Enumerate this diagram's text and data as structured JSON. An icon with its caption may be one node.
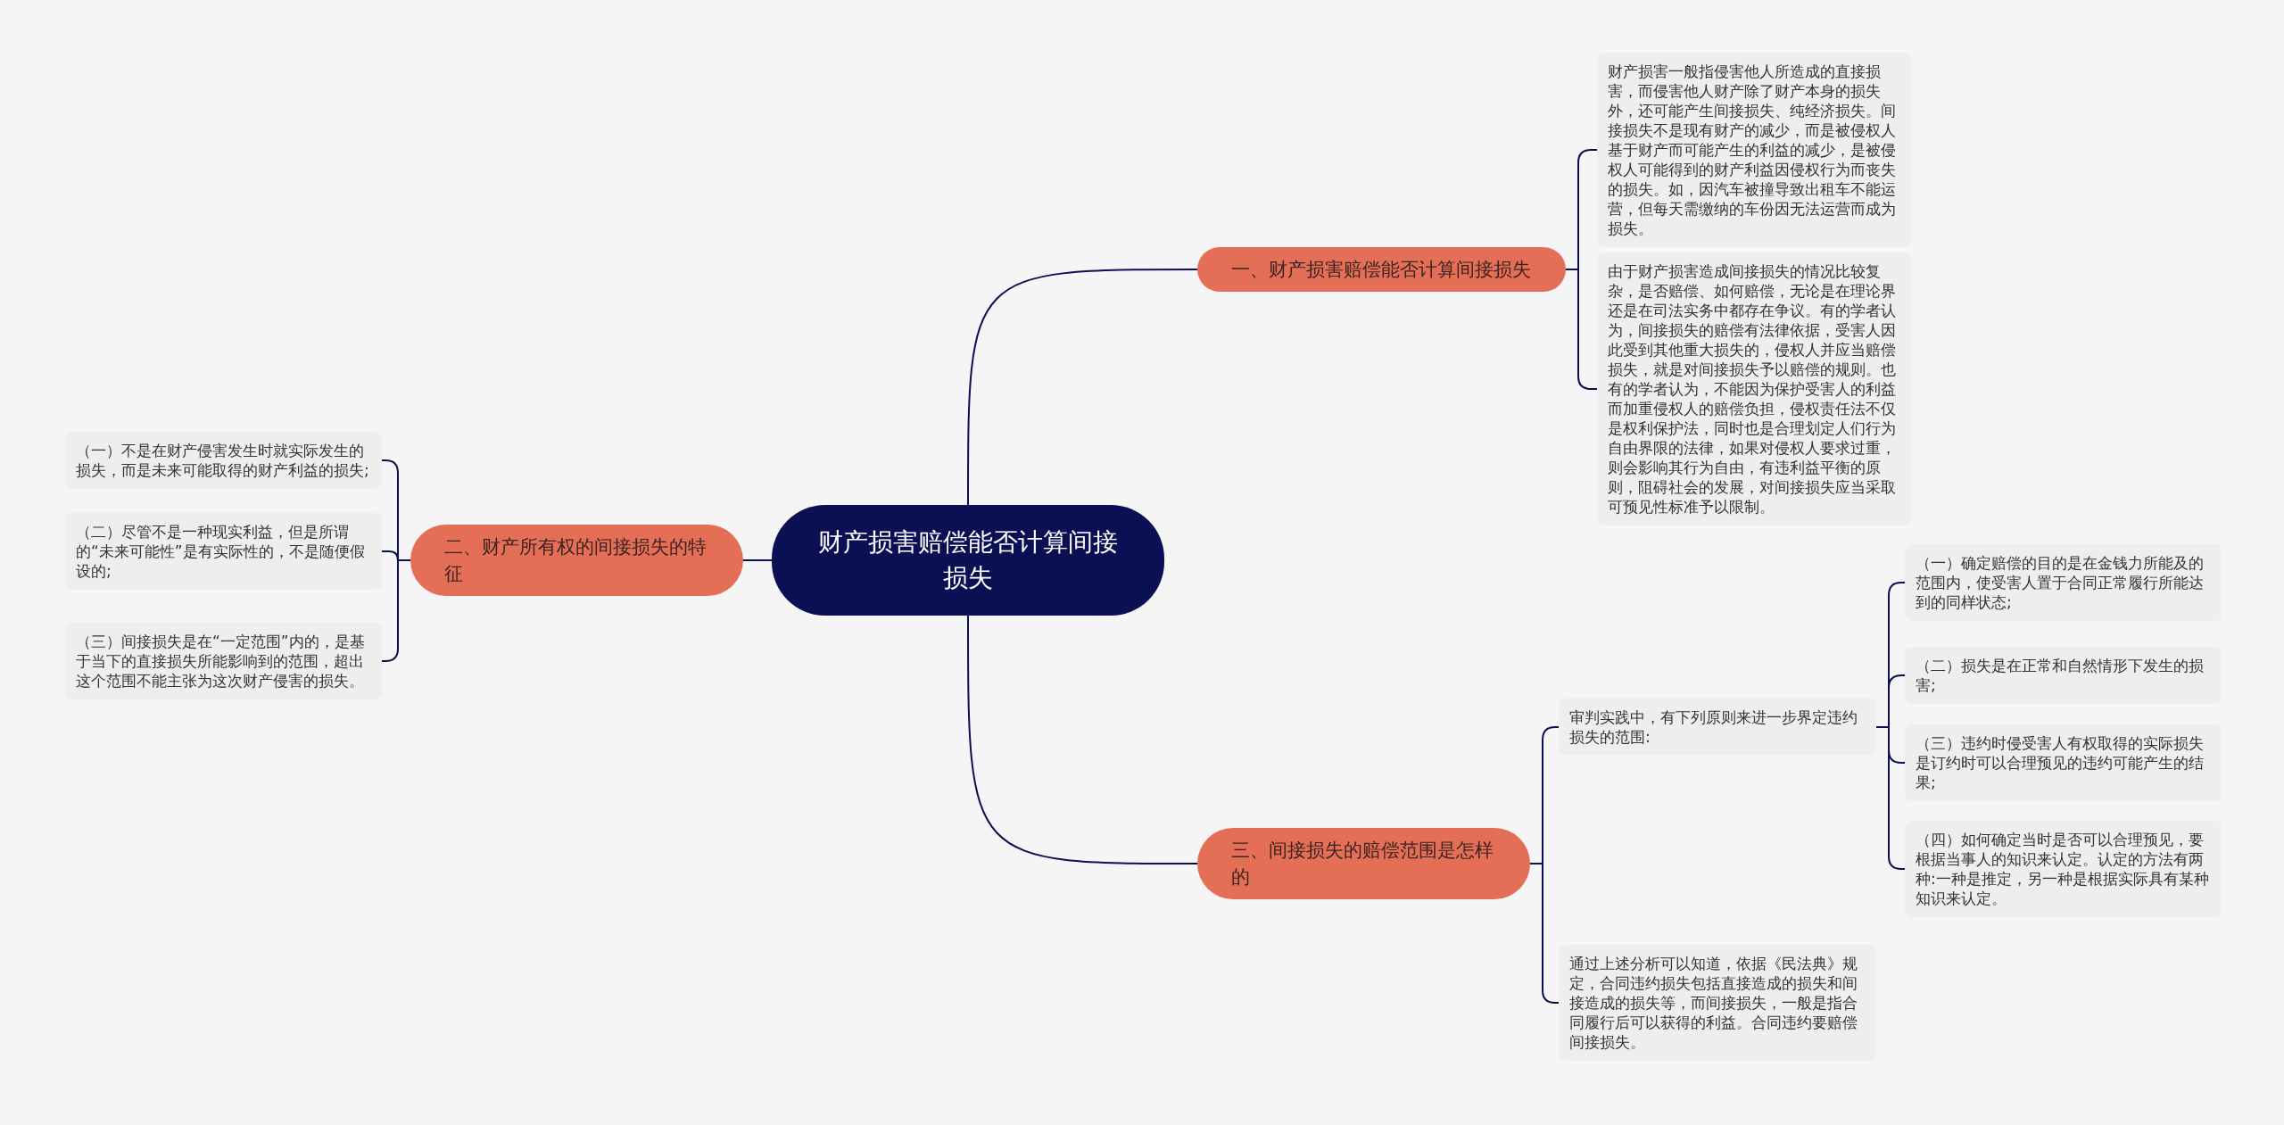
{
  "diagram": {
    "nodes": [
      {
        "text": [
          "财产损害赔偿能否计算间接损失"
        ]
      },
      {
        "text": [
          "一、财产损害赔偿能否计算间接损失"
        ]
      },
      {
        "text": [
          "财产损害一般指侵害他人所造成的直接损害，而侵害他人财产除了财产本身的损失外，还可能产生间接损失、纯经济损失。间接损失不是现有财产的减少，而是被侵权人基于财产而可能产生的利益的减少，是被侵权人可能得到的财产利益因侵权行为而丧失的损失。如，因汽车被撞导致出租车不能运营，但每天需缴纳的车份因无法运营而成为损失。"
        ]
      },
      {
        "text": [
          "由于财产损害造成间接损失的情况比较复杂，是否赔偿、如何赔偿，无论是在理论界还是在司法实务中都存在争议。有的学者认为，间接损失的赔偿有法律依据，受害人因此受到其他重大损失的，侵权人并应当赔偿损失，就是对间接损失予以赔偿的规则。也有的学者认为，不能因为保护受害人的利益而加重侵权人的赔偿负担，侵权责任法不仅是权利保护法，同时也是合理划定人们行为自由界限的法律，如果对侵权人要求过重，则会影响其行为自由，有违利益平衡的原则，阻碍社会的发展，对间接损失应当采取可预见性标准予以限制。"
        ]
      },
      {
        "text": [
          "二、财产所有权的间接损失的特征"
        ]
      },
      {
        "text": [
          "（一）不是在财产侵害发生时就实际发生的损失，而是未来可能取得的财产利益的损失;"
        ]
      },
      {
        "text": [
          "（二）尽管不是一种现实利益，但是所谓的“未来可能性”是有实际性的，不是随便假设的;"
        ]
      },
      {
        "text": [
          "（三）间接损失是在“一定范围”内的，是基于当下的直接损失所能影响到的范围，超出这个范围不能主张为这次财产侵害的损失。"
        ]
      },
      {
        "text": [
          "三、间接损失的赔偿范围是怎样的"
        ]
      },
      {
        "text": [
          "审判实践中，有下列原则来进一步界定违约损失的范围:"
        ]
      },
      {
        "text": [
          "（一）确定赔偿的目的是在金钱力所能及的范围内，使受害人置于合同正常履行所能达到的同样状态;"
        ]
      },
      {
        "text": [
          "（二）损失是在正常和自然情形下发生的损害;"
        ]
      },
      {
        "text": [
          "（三）违约时侵受害人有权取得的实际损失是订约时可以合理预见的违约可能产生的结果;"
        ]
      },
      {
        "text": [
          "（四）如何确定当时是否可以合理预见，要根据当事人的知识来认定。认定的方法有两种:一种是推定，另一种是根据实际具有某种知识来认定。"
        ]
      },
      {
        "text": [
          "通过上述分析可以知道，依据《民法典》规定，合同违约损失包括直接造成的损失和间接造成的损失等，而间接损失，一般是指合同履行后可以获得的利益。合同违约要赔偿间接损失。"
        ]
      }
    ],
    "edges": [
      {
        "from": 0,
        "to": 1,
        "arrow": "none"
      },
      {
        "from": 1,
        "to": 2,
        "arrow": "none"
      },
      {
        "from": 1,
        "to": 3,
        "arrow": "none"
      },
      {
        "from": 0,
        "to": 4,
        "arrow": "none"
      },
      {
        "from": 4,
        "to": 5,
        "arrow": "none"
      },
      {
        "from": 4,
        "to": 6,
        "arrow": "none"
      },
      {
        "from": 4,
        "to": 7,
        "arrow": "none"
      },
      {
        "from": 0,
        "to": 8,
        "arrow": "none"
      },
      {
        "from": 8,
        "to": 9,
        "arrow": "none"
      },
      {
        "from": 9,
        "to": 10,
        "arrow": "none"
      },
      {
        "from": 9,
        "to": 11,
        "arrow": "none"
      },
      {
        "from": 9,
        "to": 12,
        "arrow": "none"
      },
      {
        "from": 9,
        "to": 13,
        "arrow": "none"
      },
      {
        "from": 8,
        "to": 14,
        "arrow": "none"
      }
    ]
  }
}
